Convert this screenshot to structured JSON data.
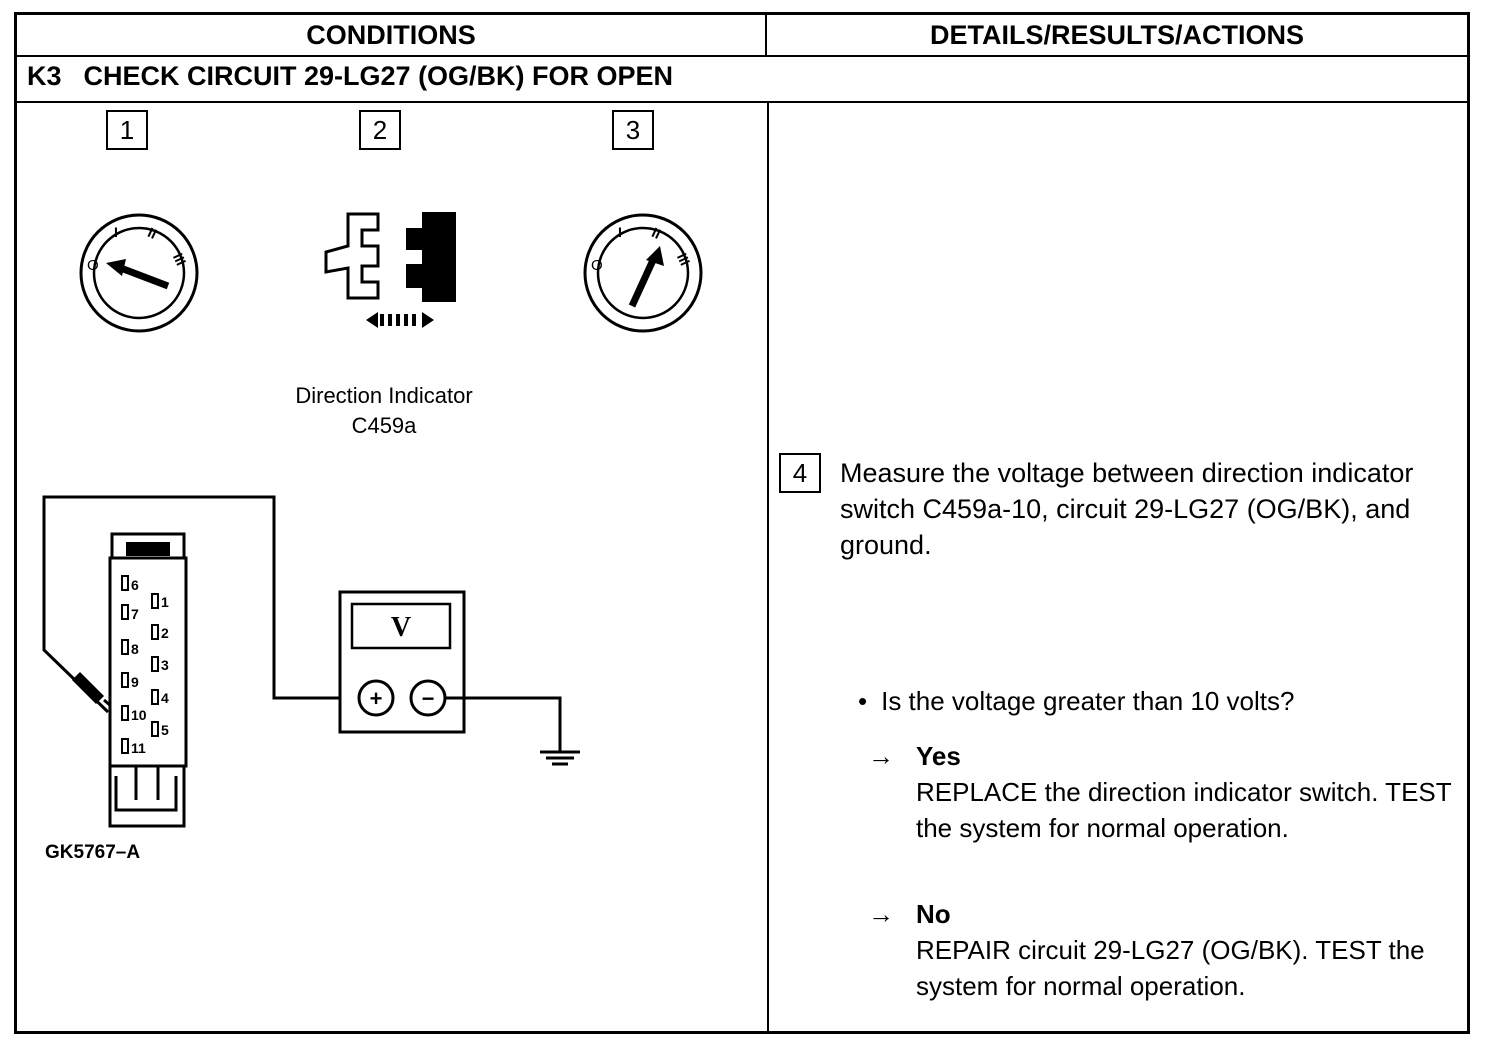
{
  "header": {
    "conditions": "CONDITIONS",
    "details": "DETAILS/RESULTS/ACTIONS"
  },
  "step": {
    "code": "K3",
    "title": "CHECK CIRCUIT 29-LG27 (OG/BK) FOR OPEN"
  },
  "figure": {
    "step_numbers": [
      "1",
      "2",
      "3"
    ],
    "connector_caption_line1": "Direction Indicator",
    "connector_caption_line2": "C459a",
    "ignition_labels": {
      "off": "O",
      "acc": "I",
      "run": "II",
      "start": "III"
    },
    "meter_display": "V",
    "meter_plus": "+",
    "meter_minus": "−",
    "pin_labels": [
      "6",
      "7",
      "8",
      "9",
      "10",
      "11",
      "1",
      "2",
      "3",
      "4",
      "5"
    ],
    "figure_id": "GK5767–A"
  },
  "action": {
    "step_number": "4",
    "measure_text": "Measure the voltage between direction indicator switch C459a-10, circuit 29-LG27 (OG/BK), and ground.",
    "question": "Is the voltage greater than 10 volts?",
    "answers": [
      {
        "arrow": "→",
        "label": "Yes",
        "text": "REPLACE the direction indicator switch. TEST the system for normal operation."
      },
      {
        "arrow": "→",
        "label": "No",
        "text": "REPAIR circuit 29-LG27 (OG/BK). TEST the system for normal operation."
      }
    ]
  }
}
